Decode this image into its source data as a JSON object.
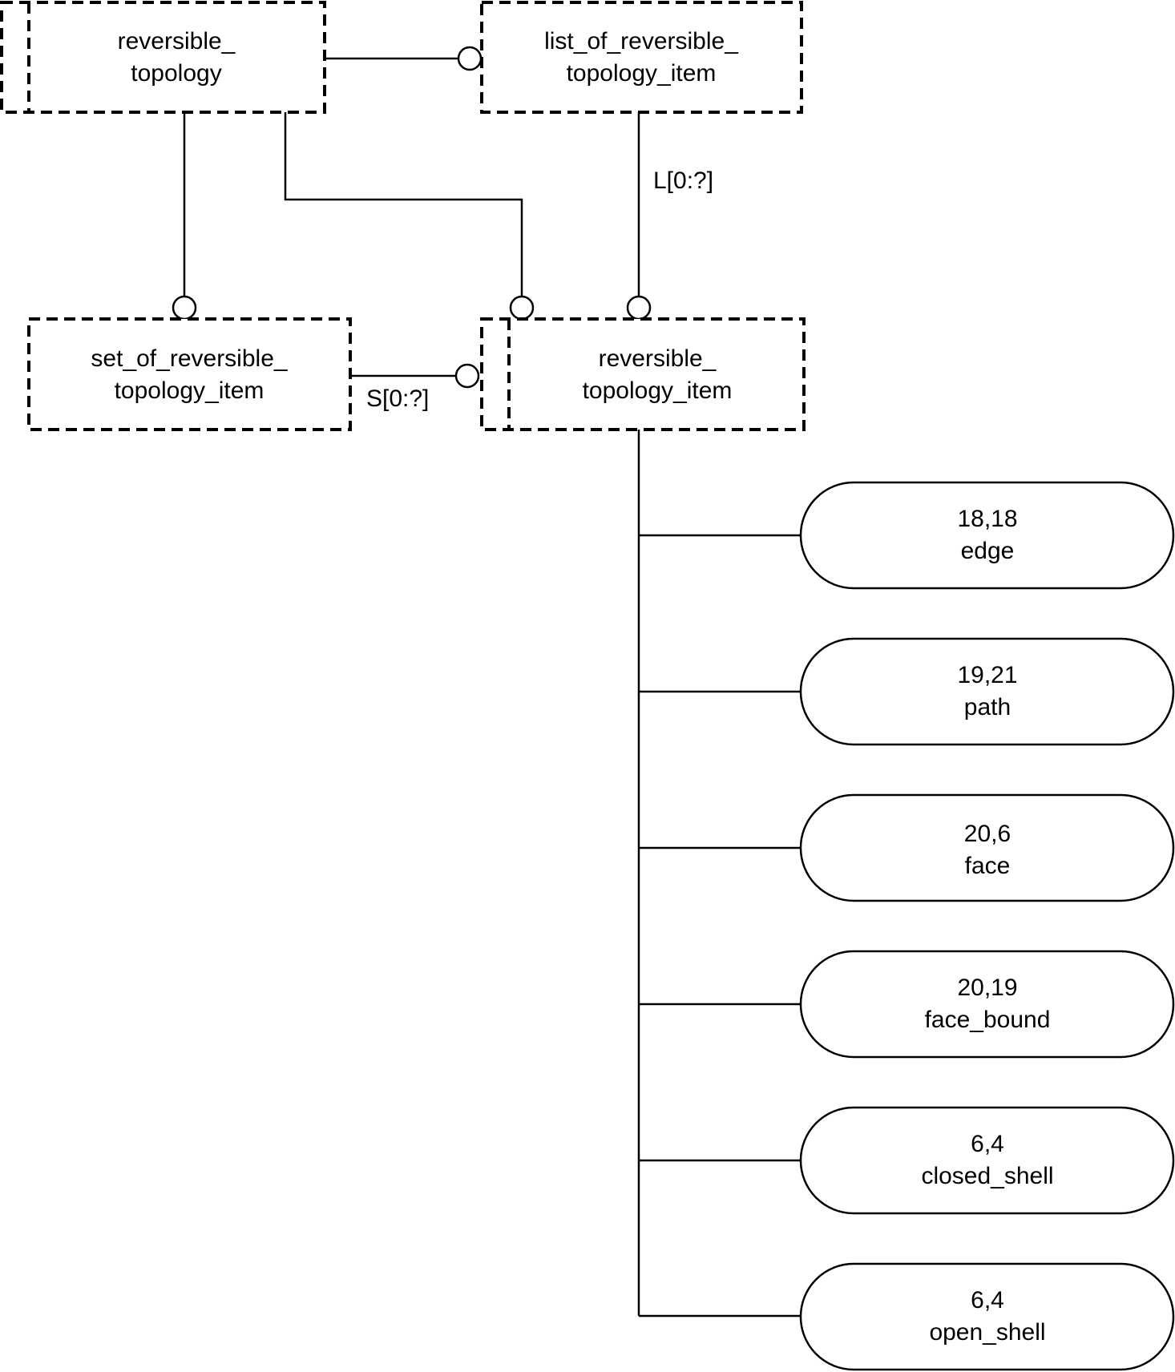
{
  "entities": {
    "reversible_topology": {
      "line1": "reversible_",
      "line2": "topology"
    },
    "list_of_reversible_topology_item": {
      "line1": "list_of_reversible_",
      "line2": "topology_item"
    },
    "set_of_reversible_topology_item": {
      "line1": "set_of_reversible_",
      "line2": "topology_item"
    },
    "reversible_topology_item": {
      "line1": "reversible_",
      "line2": "topology_item"
    }
  },
  "relations": {
    "list_cardinality": "L[0:?]",
    "set_cardinality": "S[0:?]"
  },
  "references": [
    {
      "page": "18,18",
      "name": "edge"
    },
    {
      "page": "19,21",
      "name": "path"
    },
    {
      "page": "20,6",
      "name": "face"
    },
    {
      "page": "20,19",
      "name": "face_bound"
    },
    {
      "page": "6,4",
      "name": "closed_shell"
    },
    {
      "page": "6,4",
      "name": "open_shell"
    }
  ]
}
